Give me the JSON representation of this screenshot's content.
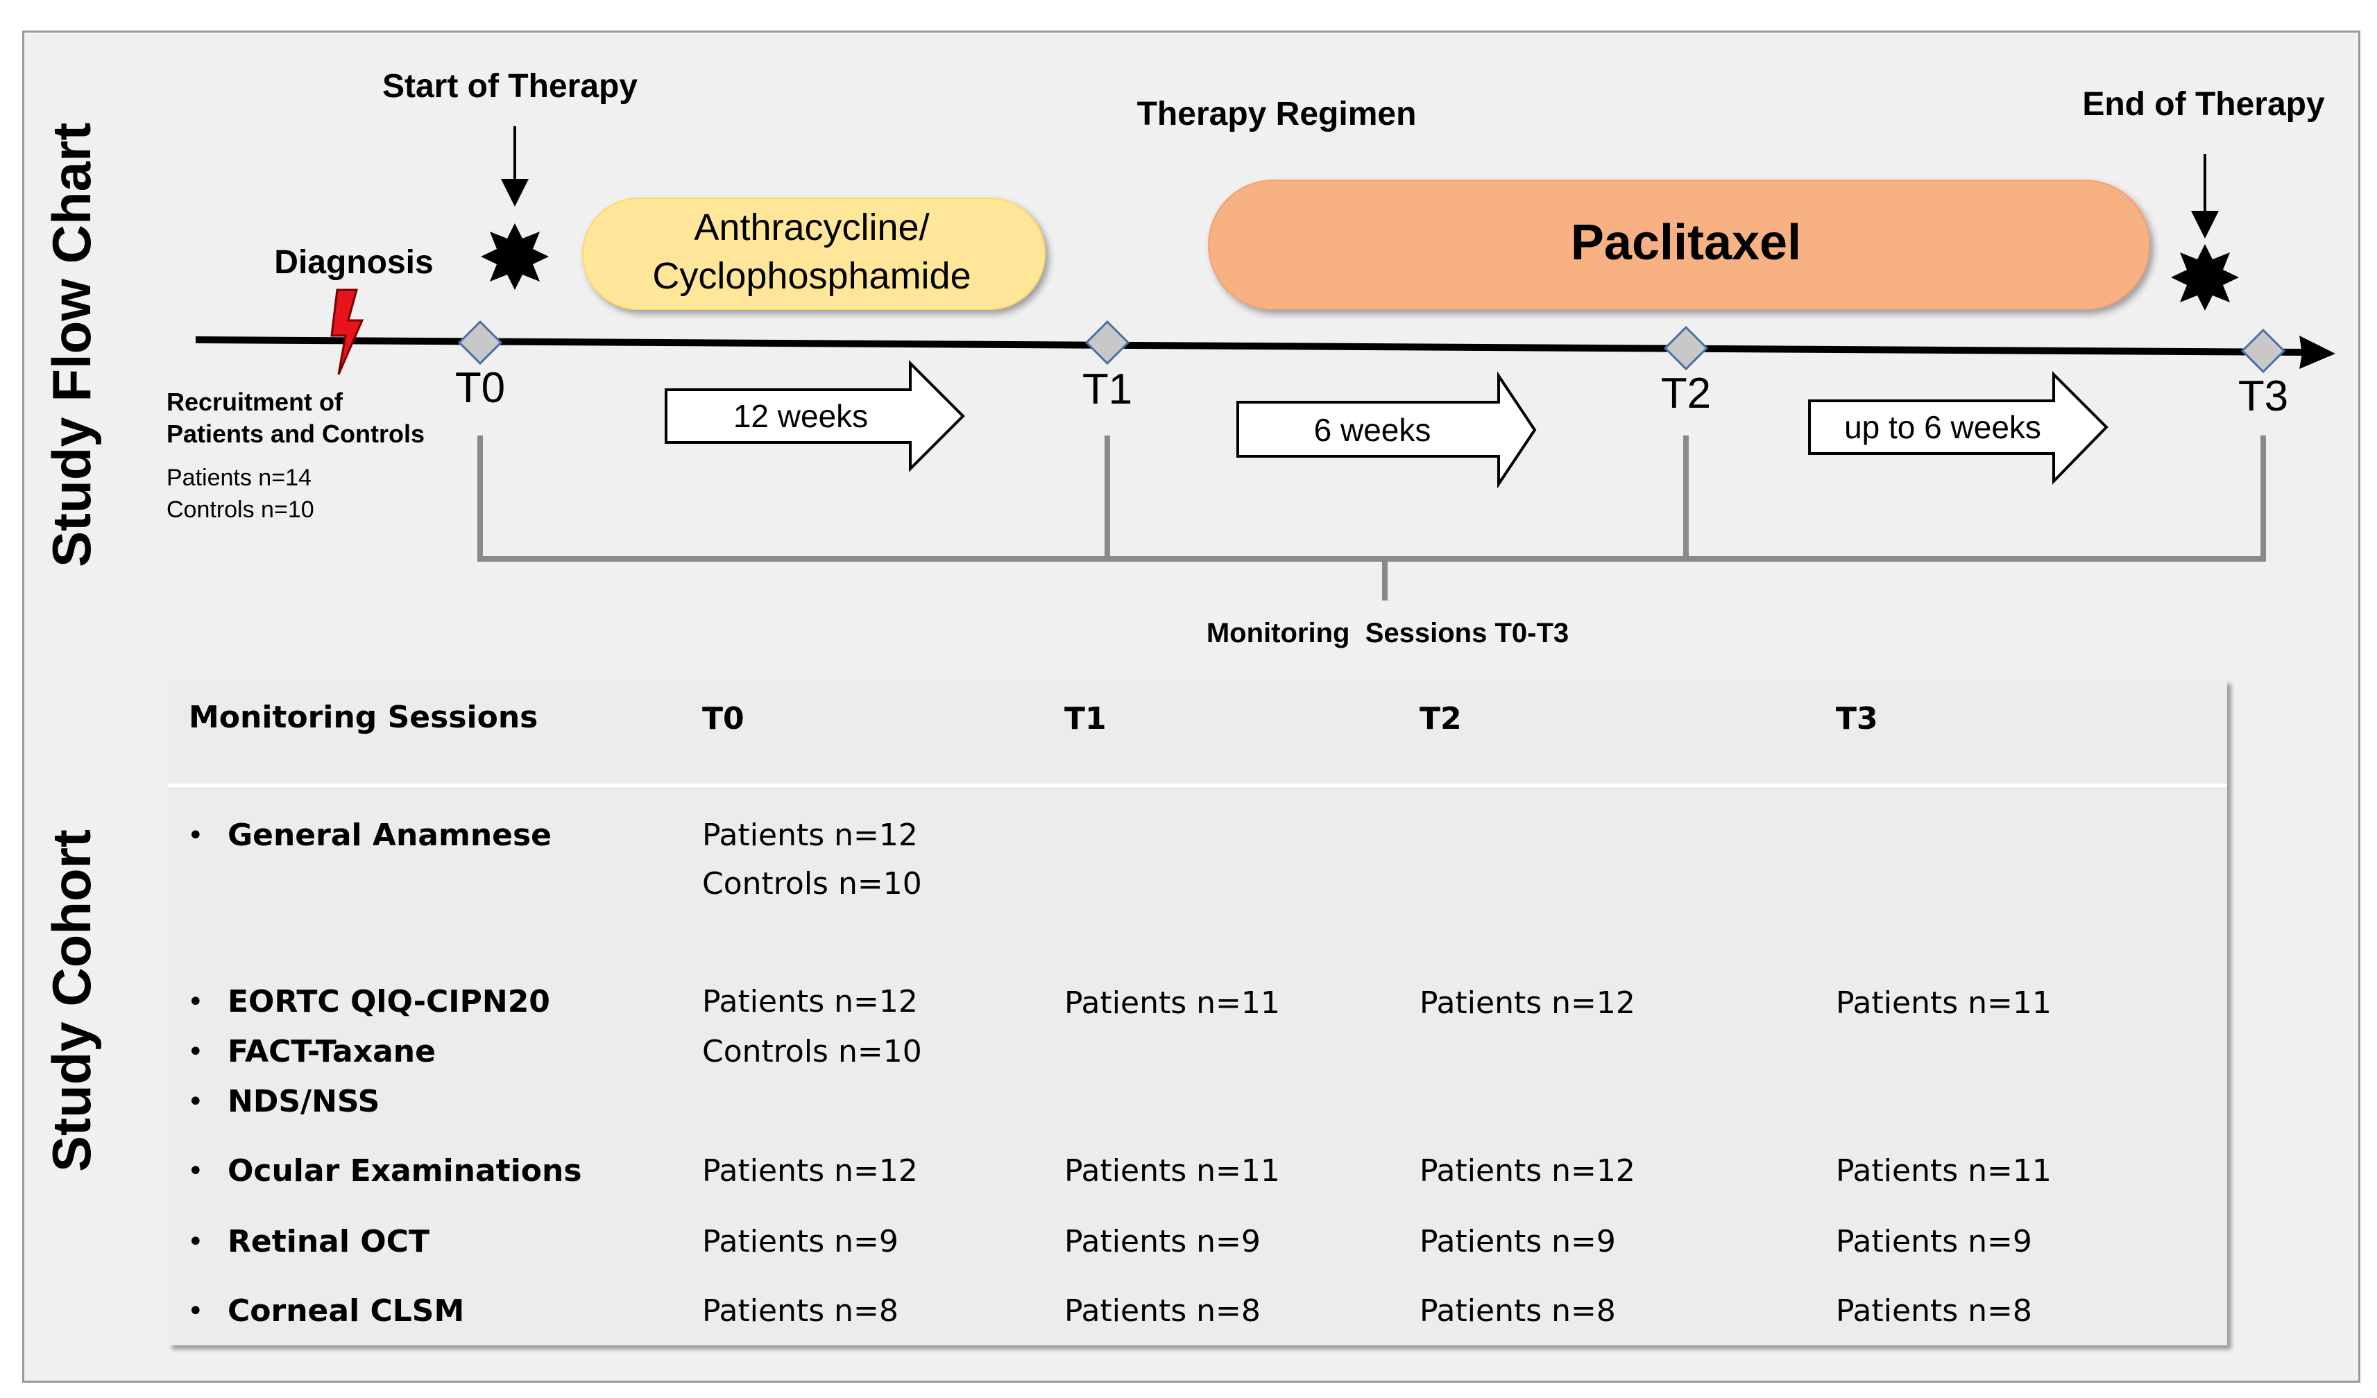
{
  "side_titles": {
    "flow": "Study Flow Chart",
    "cohort": "Study Cohort"
  },
  "timeline": {
    "start_of_therapy": "Start of Therapy",
    "therapy_regimen": "Therapy Regimen",
    "end_of_therapy": "End of Therapy",
    "diagnosis": "Diagnosis",
    "recruitment_line1": "Recruitment of",
    "recruitment_line2": "Patients and Controls",
    "patients": "Patients n=14",
    "controls": "Controls n=10",
    "phase1_line1": "Anthracycline/",
    "phase1_line2": "Cyclophosphamide",
    "phase2": "Paclitaxel",
    "points": [
      "T0",
      "T1",
      "T2",
      "T3"
    ],
    "intervals": [
      "12 weeks",
      "6 weeks",
      "up to 6 weeks"
    ],
    "monitoring_label": "Monitoring  Sessions T0-T3",
    "colors": {
      "phase1_fill": "#ffe699",
      "phase2_fill": "#f8b183",
      "diagnosis_bolt": "#e8141b",
      "diamond": "#c8c8c8"
    }
  },
  "table": {
    "headers": [
      "Monitoring Sessions",
      "T0",
      "T1",
      "T2",
      "T3"
    ],
    "rows": [
      {
        "labels": [
          "General Anamnese"
        ],
        "cells": [
          [
            "Patients n=12",
            "Controls n=10"
          ],
          [],
          [],
          []
        ]
      },
      {
        "labels": [
          "EORTC QlQ-CIPN20",
          "FACT-Taxane",
          "NDS/NSS"
        ],
        "cells": [
          [
            "Patients n=12",
            "Controls n=10"
          ],
          [
            "Patients n=11"
          ],
          [
            "Patients n=12"
          ],
          [
            "Patients n=11"
          ]
        ]
      },
      {
        "labels": [
          "Ocular Examinations"
        ],
        "cells": [
          [
            "Patients n=12"
          ],
          [
            "Patients n=11"
          ],
          [
            "Patients n=12"
          ],
          [
            "Patients n=11"
          ]
        ]
      },
      {
        "labels": [
          "Retinal OCT"
        ],
        "cells": [
          [
            "Patients n=9"
          ],
          [
            "Patients n=9"
          ],
          [
            "Patients n=9"
          ],
          [
            "Patients n=9"
          ]
        ]
      },
      {
        "labels": [
          "Corneal CLSM"
        ],
        "cells": [
          [
            "Patients n=8"
          ],
          [
            "Patients n=8"
          ],
          [
            "Patients n=8"
          ],
          [
            "Patients n=8"
          ]
        ]
      }
    ]
  }
}
